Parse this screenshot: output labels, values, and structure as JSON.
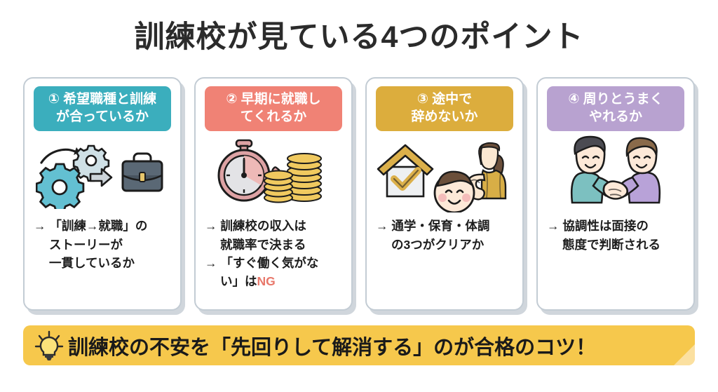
{
  "title": "訓練校が見ている4つのポイント",
  "cards": [
    {
      "header_line1": "① 希望職種と訓練",
      "header_line2": "が合っているか",
      "header_color": "#3BAEBD",
      "icon_name": "gears-to-briefcase-icon",
      "body": [
        {
          "text": "→ 「訓練→就職」の",
          "indent": false
        },
        {
          "text": "ストーリーが",
          "indent": true
        },
        {
          "text": "一貫しているか",
          "indent": true
        }
      ]
    },
    {
      "header_line1": "② 早期に就職し",
      "header_line2": "てくれるか",
      "header_color": "#F08275",
      "icon_name": "stopwatch-and-coins-icon",
      "body": [
        {
          "text": "→ 訓練校の収入は",
          "indent": false
        },
        {
          "text": "就職率で決まる",
          "indent": true
        },
        {
          "text": "→ 「すぐ働く気がな",
          "indent": false
        },
        {
          "text": "い」は",
          "indent": true,
          "suffix": "NG",
          "suffix_color": "#E8776A"
        }
      ]
    },
    {
      "header_line1": "③ 途中で",
      "header_line2": "辞めないか",
      "header_color": "#DCAD3D",
      "icon_name": "house-check-baby-strong-woman-icon",
      "body": [
        {
          "text": "→ 通学・保育・体調",
          "indent": false
        },
        {
          "text": "の3つがクリアか",
          "indent": true
        }
      ]
    },
    {
      "header_line1": "④ 周りとうまく",
      "header_line2": "やれるか",
      "header_color": "#B8A2D0",
      "icon_name": "handshake-two-people-icon",
      "body": [
        {
          "text": "→ 協調性は面接の",
          "indent": false
        },
        {
          "text": "態度で判断される",
          "indent": true
        }
      ]
    }
  ],
  "banner": {
    "icon_name": "lightbulb-icon",
    "text": "訓練校の不安を「先回りして解消する」のが合格のコツ！",
    "background_color": "#F6C84B",
    "text_color": "#1A1A1A"
  },
  "palette": {
    "title_color": "#2B2B2B",
    "card_border": "#C3CCD4",
    "card_background": "#FFFFFF",
    "page_background": "#FFFFFF"
  }
}
